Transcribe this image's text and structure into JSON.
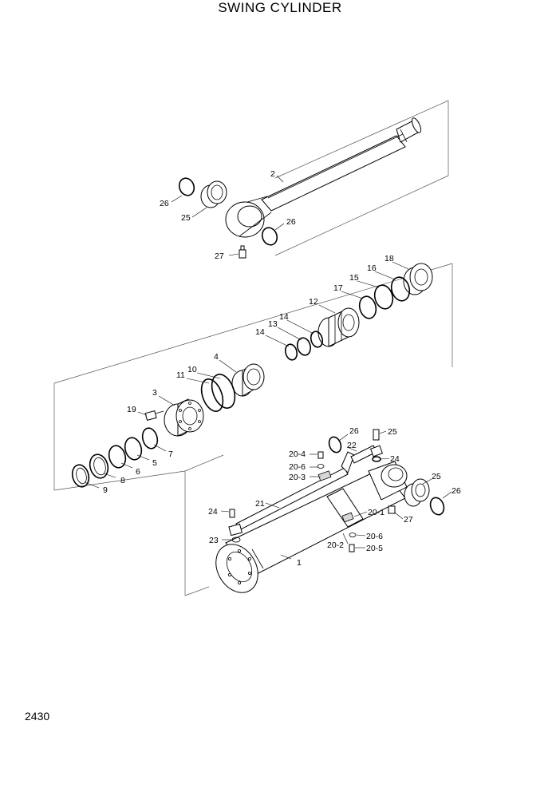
{
  "header": {
    "title": "SWING CYLINDER"
  },
  "footer": {
    "page_number": "2430"
  },
  "callouts": {
    "c2": "2",
    "c26a": "26",
    "c25a": "25",
    "c26b": "26",
    "c27a": "27",
    "c18": "18",
    "c16": "16",
    "c15": "15",
    "c17": "17",
    "c12": "12",
    "c14a": "14",
    "c13": "13",
    "c14b": "14",
    "c4": "4",
    "c10": "10",
    "c11": "11",
    "c3": "3",
    "c19": "19",
    "c7": "7",
    "c5": "5",
    "c6": "6",
    "c8": "8",
    "c9": "9",
    "c26c": "26",
    "c25b": "25",
    "c22": "22",
    "c24a": "24",
    "c20_4": "20-4",
    "c20_6a": "20-6",
    "c20_3": "20-3",
    "c25c": "25",
    "c26d": "26",
    "c20_1": "20-1",
    "c27b": "27",
    "c21": "21",
    "c24b": "24",
    "c23": "23",
    "c20_6b": "20-6",
    "c20_2": "20-2",
    "c20_5": "20-5",
    "c1": "1"
  }
}
